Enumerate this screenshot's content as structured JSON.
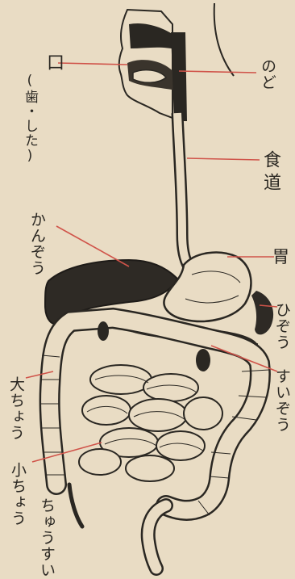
{
  "labels": {
    "mouth": "口",
    "mouth_sub": "(歯・した)",
    "throat": "のど",
    "esophagus": "食道",
    "liver": "かんぞう",
    "stomach": "胃",
    "spleen": "ひぞう",
    "pancreas": "すいぞう",
    "large_intestine": "大ちょう",
    "small_intestine": "小ちょう",
    "appendix": "ちゅうすい"
  },
  "colors": {
    "background": "#e9dcc4",
    "ink": "#2a2722",
    "pointer_line": "#d0544a"
  }
}
